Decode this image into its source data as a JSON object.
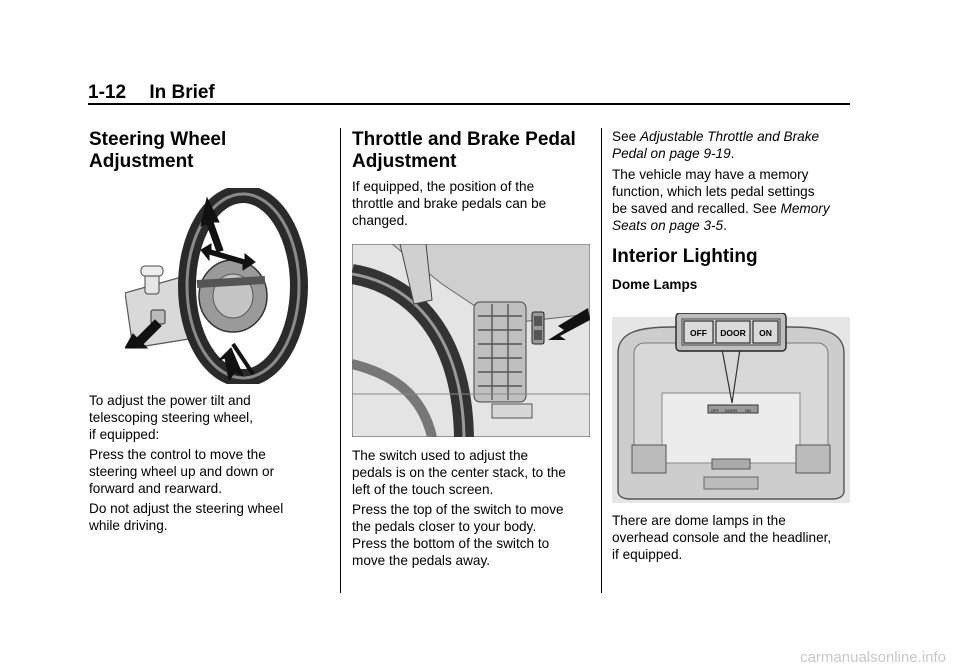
{
  "header": {
    "page_number": "1-12",
    "section": "In Brief"
  },
  "col1": {
    "heading_line1": "Steering Wheel",
    "heading_line2": "Adjustment",
    "para1_l1": "To adjust the power tilt and",
    "para1_l2": "telescoping steering wheel,",
    "para1_l3": "if equipped:",
    "para2_l1": "Press the control to move the",
    "para2_l2": "steering wheel up and down or",
    "para2_l3": "forward and rearward.",
    "para3_l1": "Do not adjust the steering wheel",
    "para3_l2": "while driving."
  },
  "col2": {
    "heading_line1": "Throttle and Brake Pedal",
    "heading_line2": "Adjustment",
    "para1_l1": "If equipped, the position of the",
    "para1_l2": "throttle and brake pedals can be",
    "para1_l3": "changed.",
    "para2_l1": "The switch used to adjust the",
    "para2_l2": "pedals is on the center stack, to the",
    "para2_l3": "left of the touch screen.",
    "para3_l1": "Press the top of the switch to move",
    "para3_l2": "the pedals closer to your body.",
    "para3_l3": "Press the bottom of the switch to",
    "para3_l4": "move the pedals away."
  },
  "col3": {
    "see_prefix": "See ",
    "see_ref_l1": "Adjustable Throttle and Brake",
    "see_ref_l2": "Pedal on page 9-19",
    "see_suffix": ".",
    "memory_l1": "The vehicle may have a memory",
    "memory_l2": "function, which lets pedal settings",
    "memory_l3_prefix": "be saved and recalled. See ",
    "memory_ref_l3": "Memory",
    "memory_ref_l4": "Seats on page 3-5",
    "memory_suffix": ".",
    "heading": "Interior Lighting",
    "subheading": "Dome Lamps",
    "dome_buttons": [
      "OFF",
      "DOOR",
      "ON"
    ],
    "dome_small_buttons": [
      "OFF",
      "DOOR",
      "ON"
    ],
    "para_l1": "There are dome lamps in the",
    "para_l2": "overhead console and the headliner,",
    "para_l3": "if equipped."
  },
  "footer": {
    "watermark": "carmanualsonline.info"
  }
}
